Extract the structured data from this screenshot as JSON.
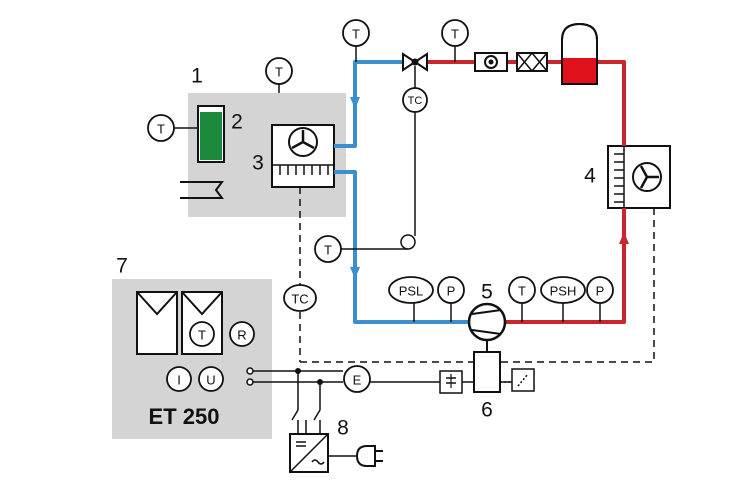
{
  "colors": {
    "cold_line": "#3b8fcf",
    "hot_line": "#c8282d",
    "panel": "#d4d4d4",
    "liquid": "#e1111b",
    "green": "#1c8a3d",
    "line": "#111111"
  },
  "numbers": {
    "n1": "1",
    "n2": "2",
    "n3": "3",
    "n4": "4",
    "n5": "5",
    "n6": "6",
    "n7": "7",
    "n8": "8"
  },
  "sensors": {
    "t": "T",
    "tc": "TC",
    "psl": "PSL",
    "p": "P",
    "psh": "PSH",
    "e": "E",
    "r": "R",
    "i": "I",
    "u": "U"
  },
  "brand": "ET 250",
  "icons": [
    "fan-icon",
    "thermostatic-valve-icon",
    "sight-glass-icon",
    "filter-drier-icon",
    "receiver-icon",
    "compressor-icon",
    "transformer-icon",
    "plug-icon",
    "switch-icon"
  ]
}
